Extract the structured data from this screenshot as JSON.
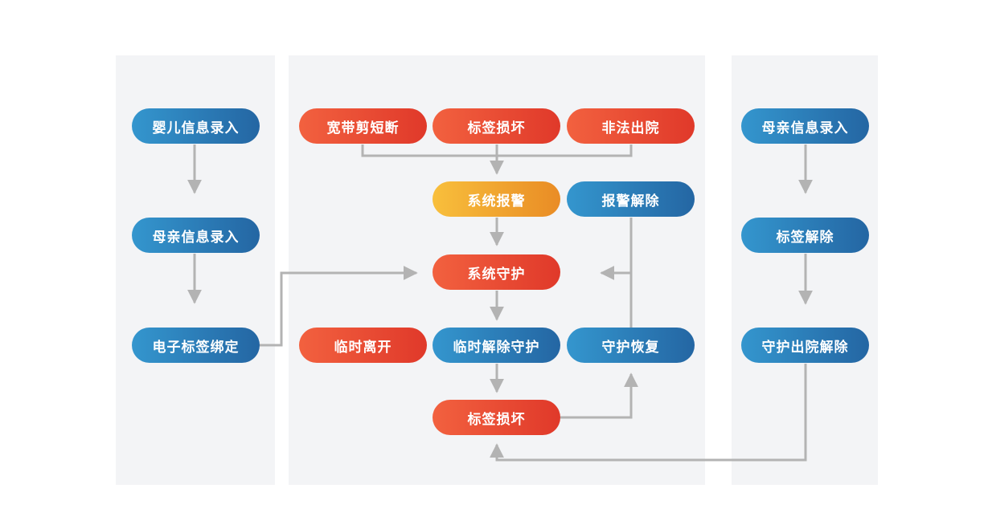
{
  "colors": {
    "info_node": "#2a7bb8",
    "alarm_node": "#e8472f",
    "system_alarm_node": "#f2a530",
    "connector": "#b3b3b3",
    "panel_background": "#f3f4f6"
  },
  "left_lane": {
    "baby_info": "婴儿信息录入",
    "mother_info": "母亲信息录入",
    "tag_binding": "电子标签绑定"
  },
  "center_lane": {
    "strap_cut": "宽带剪短断",
    "tag_damage_top": "标签损坏",
    "illegal_discharge": "非法出院",
    "system_alarm": "系统报警",
    "alarm_release": "报警解除",
    "system_guard": "系统守护",
    "temp_leave": "临时离开",
    "temp_release_guard": "临时解除守护",
    "guard_restore": "守护恢复",
    "tag_damage_bottom": "标签损坏"
  },
  "right_lane": {
    "mother_info": "母亲信息录入",
    "tag_release": "标签解除",
    "guard_discharge_release": "守护出院解除"
  }
}
